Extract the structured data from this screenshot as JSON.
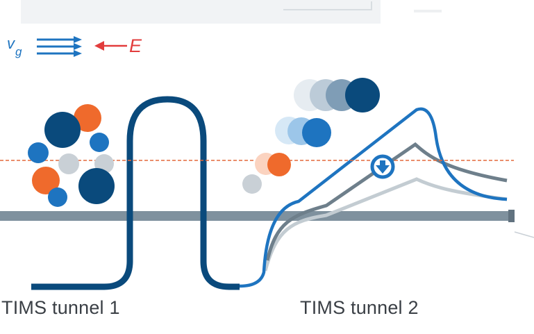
{
  "legend": {
    "gas_velocity_symbol": "v",
    "gas_velocity_subscript": "g",
    "field_symbol": "E"
  },
  "captions": {
    "tunnel1": "TIMS tunnel 1",
    "tunnel2": "TIMS tunnel 2"
  },
  "colors": {
    "navy": "#0a4a7c",
    "blue": "#1e74c0",
    "mid_blue": "#3d8fd2",
    "orange": "#ef6a2c",
    "gray": "#c9d0d6",
    "rail": "#7f919e",
    "field_red": "#e23d3d",
    "dash": "#e3683a"
  }
}
